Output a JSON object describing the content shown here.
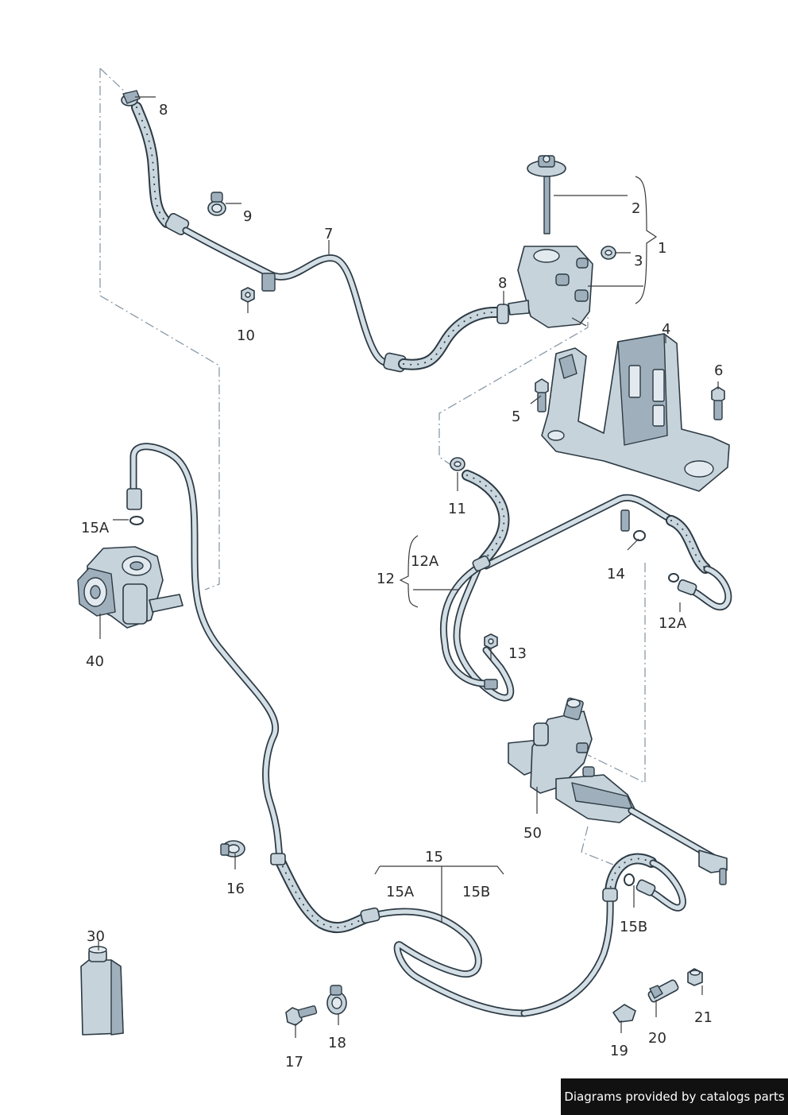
{
  "labels": {
    "l1": "1",
    "l2": "2",
    "l3": "3",
    "l4": "4",
    "l5": "5",
    "l6": "6",
    "l7": "7",
    "l8a": "8",
    "l8b": "8",
    "l9": "9",
    "l10": "10",
    "l11": "11",
    "l12": "12",
    "l12a1": "12A",
    "l12a2": "12A",
    "l13": "13",
    "l14": "14",
    "l15": "15",
    "l15a1": "15A",
    "l15a2": "15A",
    "l15b1": "15B",
    "l15b2": "15B",
    "l16": "16",
    "l17": "17",
    "l18": "18",
    "l19": "19",
    "l20": "20",
    "l21": "21",
    "l30": "30",
    "l40": "40",
    "l50": "50"
  },
  "credit": "Diagrams provided by catalogs parts",
  "colors": {
    "outline": "#2c3a44",
    "part_fill": "#c7d3db",
    "part_shade": "#9fb0bc",
    "dash_line": "#8a9aa8",
    "credit_bg": "#111111"
  }
}
